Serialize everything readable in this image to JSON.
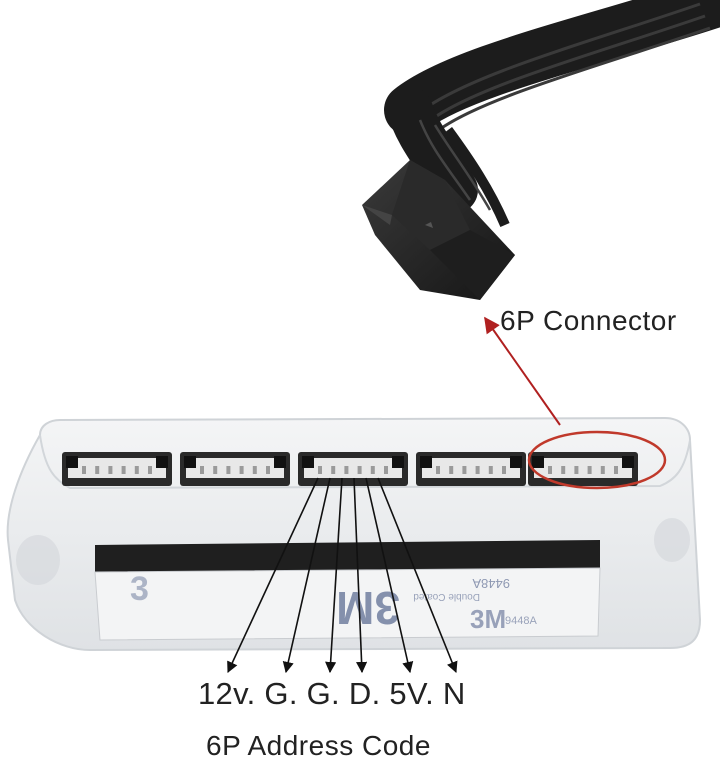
{
  "labels": {
    "connector": "6P Connector",
    "pins": "12v. G. G. D. 5V. N",
    "address_code": "6P Address Code"
  },
  "sticker": {
    "brand": "3M",
    "code": "9448A",
    "subtitle": "Double Coated"
  },
  "colors": {
    "arrow_red": "#b02020",
    "highlight_circle": "#c0392b",
    "hub_body": "#e8eaec",
    "cable": "#1c1c1c",
    "text": "#222222"
  },
  "hub": {
    "port_count": 5,
    "pins_per_port": 6,
    "highlighted_port_index": 4,
    "annotated_port_index": 2
  }
}
